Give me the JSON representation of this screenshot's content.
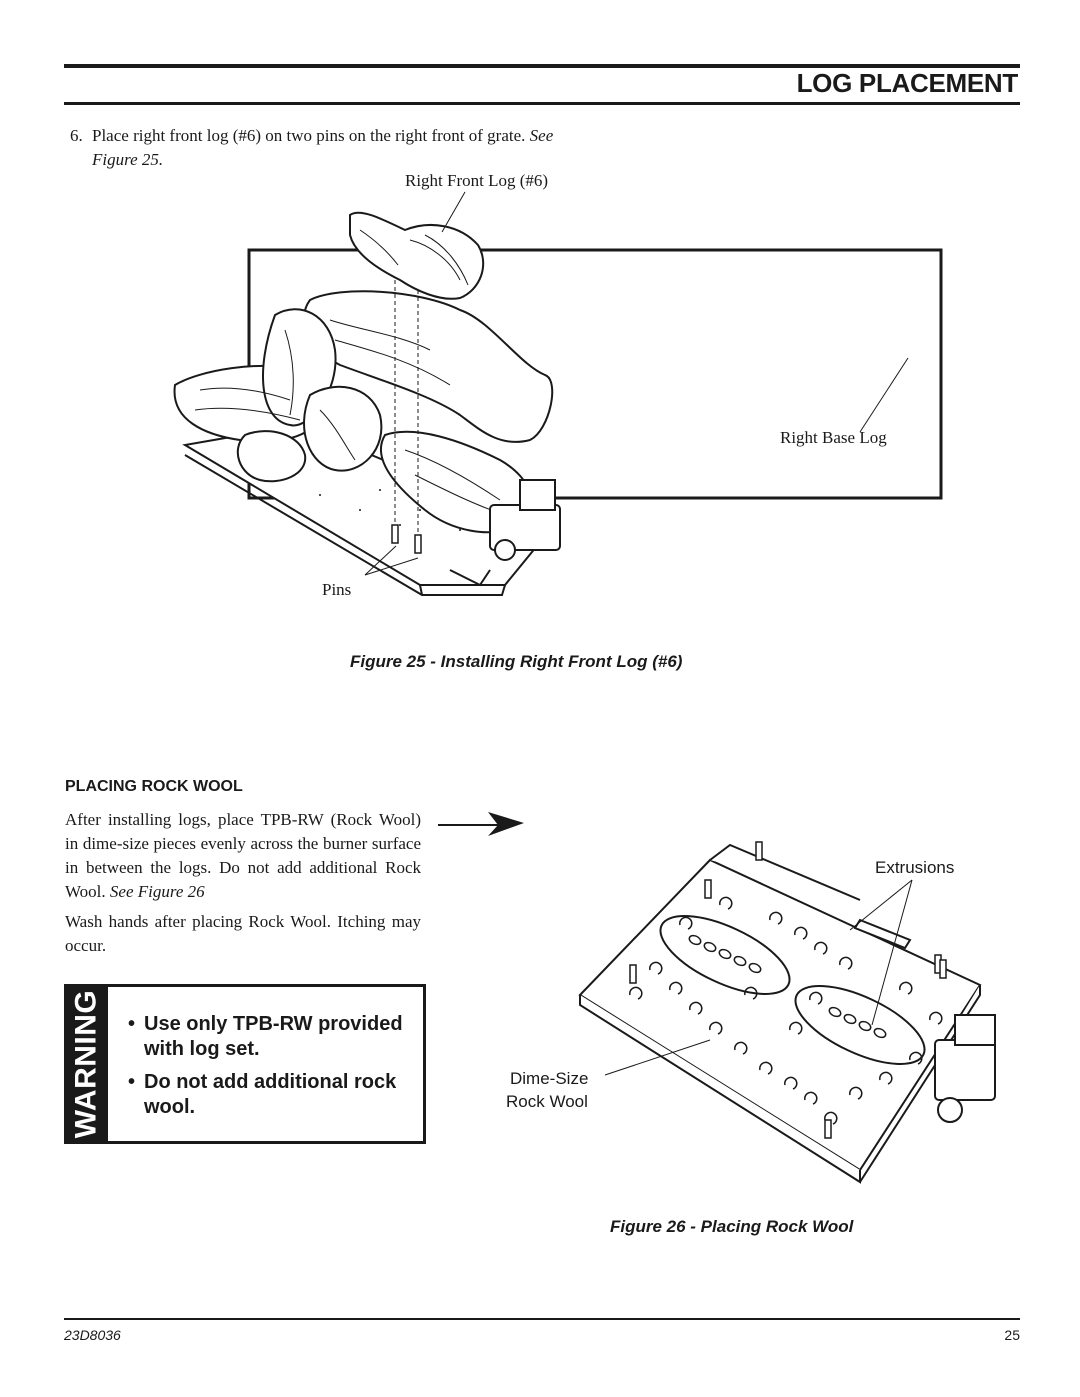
{
  "header": {
    "title": "LOG PLACEMENT"
  },
  "step6": {
    "number": "6.",
    "text": "Place right front log (#6) on two pins on the right front of grate.",
    "see": "See",
    "see_ref": "Figure 25."
  },
  "figure25": {
    "callout_right_front_log": "Right Front Log (#6)",
    "callout_right_base_log": "Right Base Log",
    "callout_pins": "Pins",
    "caption": "Figure 25 - Installing Right Front Log (#6)"
  },
  "rock_wool": {
    "heading": "PLACING ROCK WOOL",
    "para1_text": "After installing logs, place TPB-RW (Rock Wool) in dime-size pieces evenly across the burner surface in between the logs. Do not add additional Rock Wool.",
    "para1_ref": "See Figure 26",
    "para2": "Wash hands after placing Rock Wool. Itching may occur."
  },
  "warning": {
    "label": "WARNING",
    "items": [
      "Use only TPB-RW provided with log set.",
      "Do not add additional rock wool."
    ]
  },
  "figure26": {
    "callout_extrusions": "Extrusions",
    "callout_dime_size_line1": "Dime-Size",
    "callout_dime_size_line2": "Rock Wool",
    "caption": "Figure 26 - Placing Rock Wool"
  },
  "footer": {
    "doc_number": "23D8036",
    "page_number": "25"
  }
}
